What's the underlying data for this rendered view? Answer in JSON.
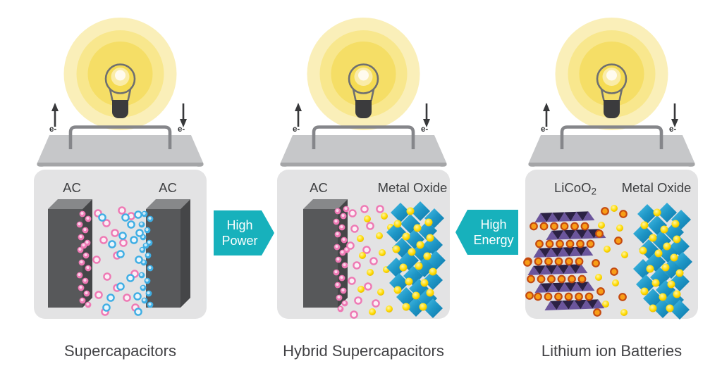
{
  "figure": {
    "type": "energy-storage-comparison-diagram",
    "background": "#FFFFFF"
  },
  "panels": [
    {
      "caption": "Supercapacitors",
      "electrode_left_label": "AC",
      "electrode_right_label": "AC"
    },
    {
      "caption": "Hybrid Supercapacitors",
      "electrode_left_label": "AC",
      "electrode_right_label": "Metal Oxide"
    },
    {
      "caption": "Lithium ion Batteries",
      "electrode_left_label": "LiCoO",
      "electrode_left_sub": "2",
      "electrode_right_label": "Metal Oxide"
    }
  ],
  "electron_label": "e-",
  "arrows": [
    {
      "label_line1": "High",
      "label_line2": "Power",
      "direction": "right"
    },
    {
      "label_line1": "High",
      "label_line2": "Energy",
      "direction": "left"
    }
  ],
  "colors": {
    "accent_teal": "#17B1BC",
    "box_fill": "#E3E3E4",
    "lid_fill": "#C6C7C9",
    "lid_shadow": "#A4A5A7",
    "electrode_front": "#57585A",
    "electrode_top": "#87888A",
    "electrode_side": "#454648",
    "wire": "#85868A",
    "glow_outer": "#FAEFB9",
    "glow_mid": "#F8E78D",
    "glow_inner": "#F5DE66",
    "bulb_glass": "#F5DB52",
    "bulb_base": "#3B3B3D",
    "pink_ion": "#EE79B4",
    "blue_ion": "#3FAEE4",
    "yellow_ion": "#FFD800",
    "orange_ion": "#F89E17",
    "orange_ring": "#C44A10",
    "diamond_light": "#49C0E8",
    "diamond_dark": "#0E76A8",
    "licoo2_purple": "#6B559C",
    "licoo2_dark": "#2B2144",
    "label_text": "#3C3D3F",
    "caption_text": "#424245"
  }
}
